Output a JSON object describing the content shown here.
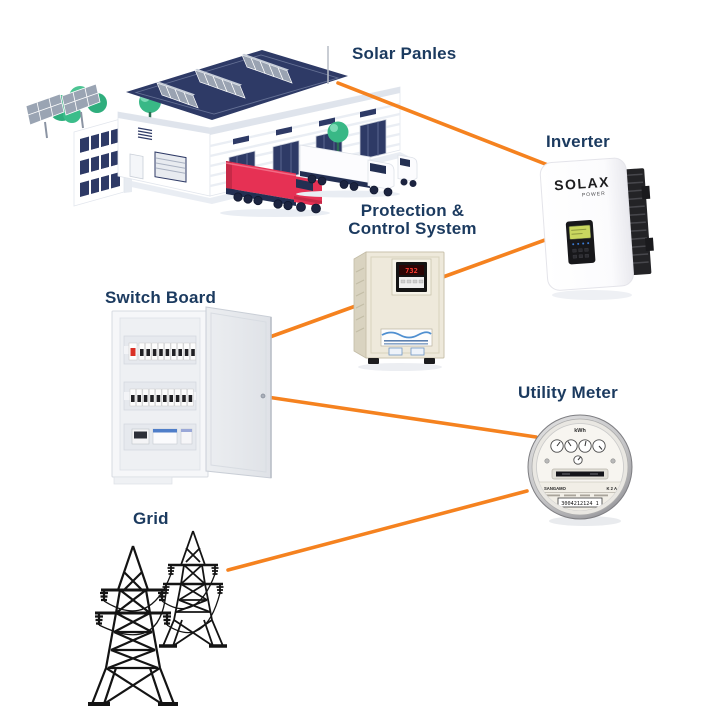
{
  "labels": {
    "solar_panels": "Solar Panles",
    "inverter": "Inverter",
    "protection_line1": "Protection &",
    "protection_line2": "Control System",
    "switch_board": "Switch Board",
    "utility_meter": "Utility Meter",
    "grid": "Grid"
  },
  "devices": {
    "inverter": {
      "brand": "SOLAX",
      "brand_sub": "POWER"
    },
    "protection": {
      "display_value": "732"
    },
    "meter": {
      "unit": "kWh",
      "brand": "SANGAMO",
      "model": "K 2 A",
      "serial": "3004212124 1"
    }
  },
  "colors": {
    "accent_orange": "#F5821F",
    "label_navy": "#1B3A5F",
    "roof_navy": "#2E3A66"
  }
}
